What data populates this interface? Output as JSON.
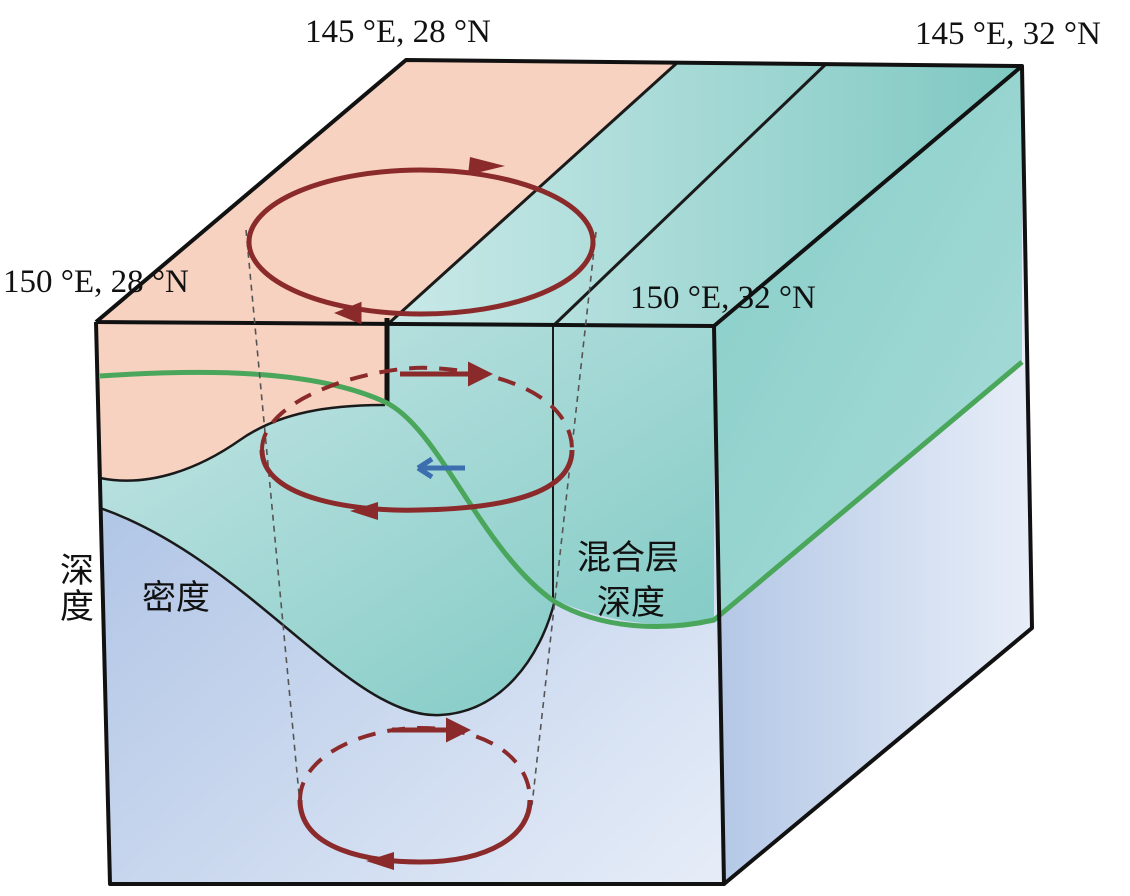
{
  "corners": {
    "top_back_left": "145 °E, 28 °N",
    "top_back_right": "145 °E, 32 °N",
    "top_front_left": "150 °E, 28 °N",
    "top_front_right": "150 °E, 32 °N"
  },
  "labels": {
    "depth_axis": "深度",
    "density": "密度",
    "mixed_layer_line1": "混合层",
    "mixed_layer_line2": "深度"
  },
  "colors": {
    "warm_surface": "#f7d2c0",
    "teal_water": "#8ed0cb",
    "cold_deep": "#a9bfe2",
    "mixed_layer_line": "#4aa65a",
    "eddy_arrows": "#8b2a2a",
    "flow_arrow": "#3d6fb0"
  }
}
